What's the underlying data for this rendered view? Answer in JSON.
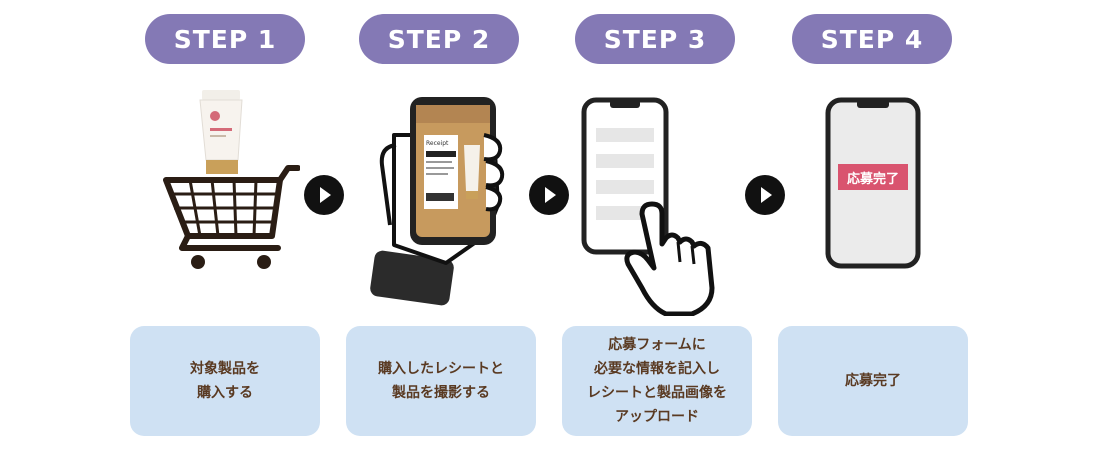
{
  "steps": [
    {
      "label": "STEP 1",
      "lines": [
        "対象製品を",
        "購入する"
      ]
    },
    {
      "label": "STEP 2",
      "lines": [
        "購入したレシートと",
        "製品を撮影する"
      ]
    },
    {
      "label": "STEP 3",
      "lines": [
        "応募フォームに",
        "必要な情報を記入し",
        "レシートと製品画像を",
        "アップロード"
      ]
    },
    {
      "label": "STEP 4",
      "lines": [
        "応募完了"
      ]
    }
  ],
  "phone_screen_label": "応募完了",
  "receipt_header": "Receipt",
  "colors": {
    "badge": "#8479b5",
    "card": "#cfe1f3",
    "card_text": "#5a3a22",
    "accent": "#d9546f"
  },
  "icons": [
    "shopping-cart-icon",
    "hand-holding-phone-icon",
    "phone-form-tap-icon",
    "phone-complete-icon",
    "play-arrow-icon"
  ]
}
